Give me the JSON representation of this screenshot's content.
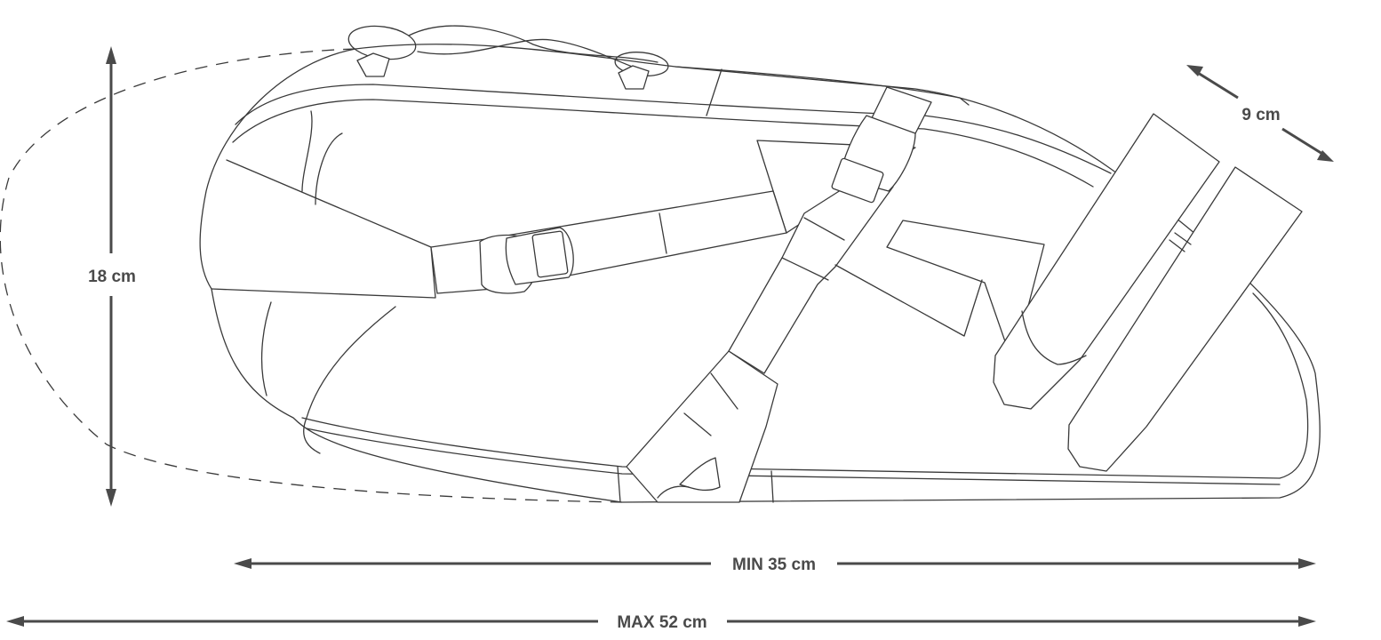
{
  "dimensions": {
    "height_label": "18 cm",
    "depth_label": "9 cm",
    "min_length_label": "MIN 35 cm",
    "max_length_label": "MAX 52 cm"
  },
  "colors": {
    "line": "#3a3a3a",
    "arrow": "#4a4a4a",
    "background": "#ffffff"
  }
}
